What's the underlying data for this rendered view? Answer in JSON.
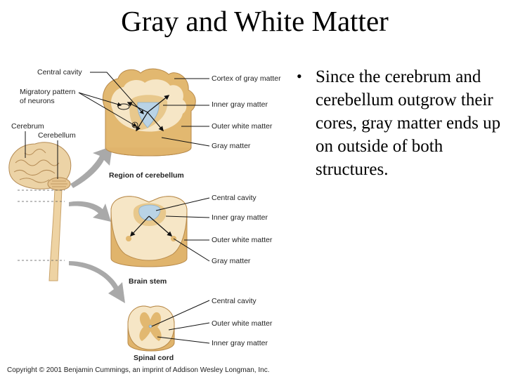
{
  "slide": {
    "title": "Gray and White Matter",
    "bullet": "Since the cerebrum and cerebellum outgrow their cores, gray matter ends up on outside of both structures."
  },
  "figure": {
    "brain_labels": {
      "central_cavity": "Central cavity",
      "migratory_pattern_line1": "Migratory pattern",
      "migratory_pattern_line2": "of neurons",
      "cerebrum": "Cerebrum",
      "cerebellum": "Cerebellum"
    },
    "cerebellum_section": {
      "caption": "Region of cerebellum",
      "labels": {
        "cortex": "Cortex of gray matter",
        "inner_gray": "Inner gray matter",
        "outer_white": "Outer white matter",
        "gray": "Gray matter"
      }
    },
    "brainstem_section": {
      "caption": "Brain stem",
      "labels": {
        "central_cavity": "Central cavity",
        "inner_gray": "Inner gray matter",
        "outer_white": "Outer white matter",
        "gray": "Gray matter"
      }
    },
    "spinal_section": {
      "caption": "Spinal cord",
      "labels": {
        "central_cavity": "Central  cavity",
        "outer_white": "Outer white matter",
        "inner_gray": "Inner gray matter"
      }
    },
    "copyright": "Copyright © 2001 Benjamin Cummings, an imprint of Addison Wesley Longman, Inc.",
    "colors": {
      "white_matter": "#f6e6c6",
      "gray_matter": "#e8c88c",
      "cortex_rim": "#e2b870",
      "cavity": "#b9d3e6",
      "arrow_gray": "#a9a9a9"
    }
  }
}
